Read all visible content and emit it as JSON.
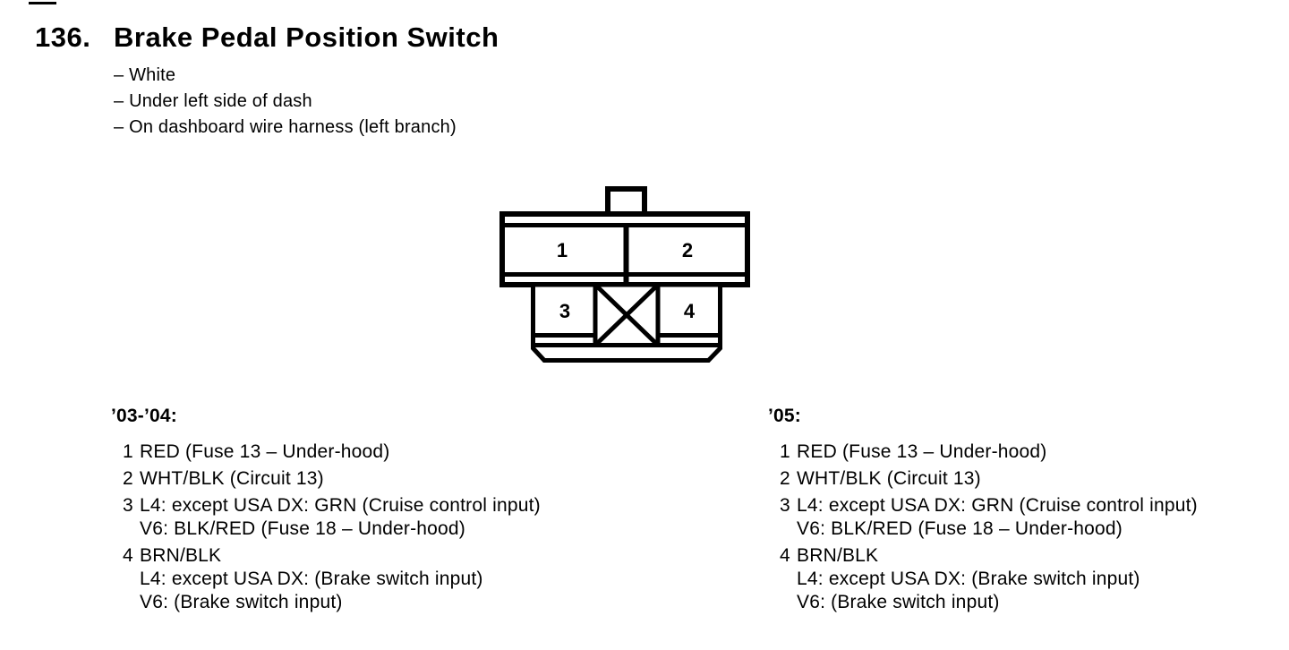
{
  "page": {
    "section_number": "136.",
    "title": "Brake Pedal Position Switch",
    "details": [
      "– White",
      "– Under left side of dash",
      "– On dashboard wire harness (left branch)"
    ]
  },
  "connector": {
    "cavities": {
      "c1": "1",
      "c2": "2",
      "c3": "3",
      "c4": "4"
    },
    "blocked_cavity": "X-crossed (no terminal)",
    "ink_color": "#000000",
    "paper_color": "#ffffff"
  },
  "pin_columns": [
    {
      "header": "’03-’04:",
      "pins": [
        {
          "num": "1",
          "lines": [
            "RED (Fuse 13 – Under-hood)"
          ]
        },
        {
          "num": "2",
          "lines": [
            "WHT/BLK (Circuit 13)"
          ]
        },
        {
          "num": "3",
          "lines": [
            "L4: except USA DX: GRN (Cruise control input)",
            "V6: BLK/RED (Fuse 18 – Under-hood)"
          ]
        },
        {
          "num": "4",
          "lines": [
            "BRN/BLK",
            "L4: except USA DX: (Brake switch input)",
            "V6: (Brake switch input)"
          ]
        }
      ]
    },
    {
      "header": "’05:",
      "pins": [
        {
          "num": "1",
          "lines": [
            "RED (Fuse 13 – Under-hood)"
          ]
        },
        {
          "num": "2",
          "lines": [
            "WHT/BLK (Circuit 13)"
          ]
        },
        {
          "num": "3",
          "lines": [
            "L4: except USA DX: GRN (Cruise control input)",
            "V6: BLK/RED (Fuse 18 – Under-hood)"
          ]
        },
        {
          "num": "4",
          "lines": [
            "BRN/BLK",
            "L4: except USA DX: (Brake switch input)",
            "V6: (Brake switch input)"
          ]
        }
      ]
    }
  ]
}
